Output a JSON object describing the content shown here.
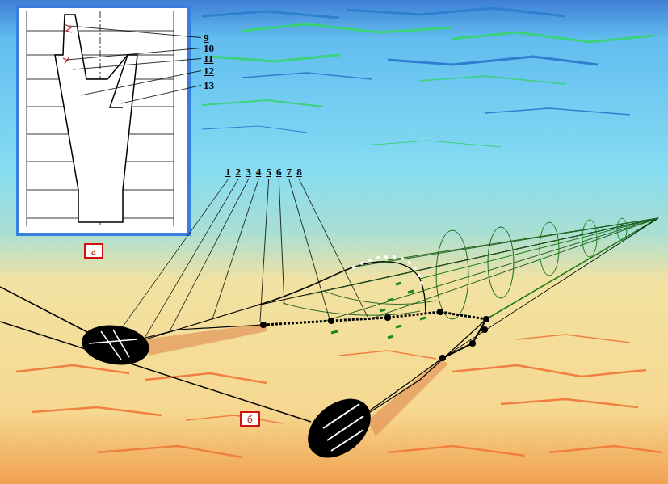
{
  "diagram": {
    "nodes": [
      {
        "text": [
          "а"
        ]
      },
      {
        "text": [
          "б"
        ]
      }
    ],
    "labels": [
      "1",
      "2",
      "3",
      "4",
      "5",
      "6",
      "7",
      "8",
      "9",
      "10",
      "11",
      "12",
      "13"
    ]
  }
}
